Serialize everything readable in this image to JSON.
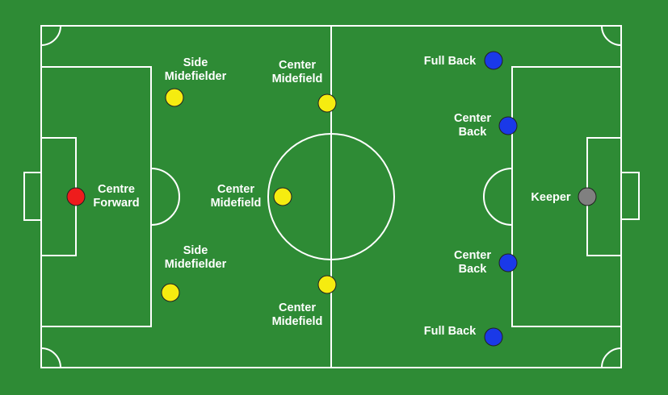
{
  "colors": {
    "grass": "#2e8b35",
    "lines": "#ffffff",
    "forward": "#ee1c1c",
    "midfield": "#f5ec10",
    "defence": "#1a39e8",
    "keeper": "#808080"
  },
  "players": [
    {
      "id": "centre-forward",
      "lines": [
        "Centre",
        "Forward"
      ],
      "color": "forward"
    },
    {
      "id": "side-midfielder-top",
      "lines": [
        "Side",
        "Midefielder"
      ],
      "color": "midfield"
    },
    {
      "id": "side-midfielder-bottom",
      "lines": [
        "Side",
        "Midefielder"
      ],
      "color": "midfield"
    },
    {
      "id": "center-midfield-top",
      "lines": [
        "Center",
        "Midefield"
      ],
      "color": "midfield"
    },
    {
      "id": "center-midfield-middle",
      "lines": [
        "Center",
        "Midefield"
      ],
      "color": "midfield"
    },
    {
      "id": "center-midfield-bottom",
      "lines": [
        "Center",
        "Midefield"
      ],
      "color": "midfield"
    },
    {
      "id": "full-back-top",
      "lines": [
        "Full Back"
      ],
      "color": "defence"
    },
    {
      "id": "center-back-top",
      "lines": [
        "Center",
        "Back"
      ],
      "color": "defence"
    },
    {
      "id": "center-back-bottom",
      "lines": [
        "Center",
        "Back"
      ],
      "color": "defence"
    },
    {
      "id": "full-back-bottom",
      "lines": [
        "Full Back"
      ],
      "color": "defence"
    },
    {
      "id": "keeper",
      "lines": [
        "Keeper"
      ],
      "color": "keeper"
    }
  ]
}
